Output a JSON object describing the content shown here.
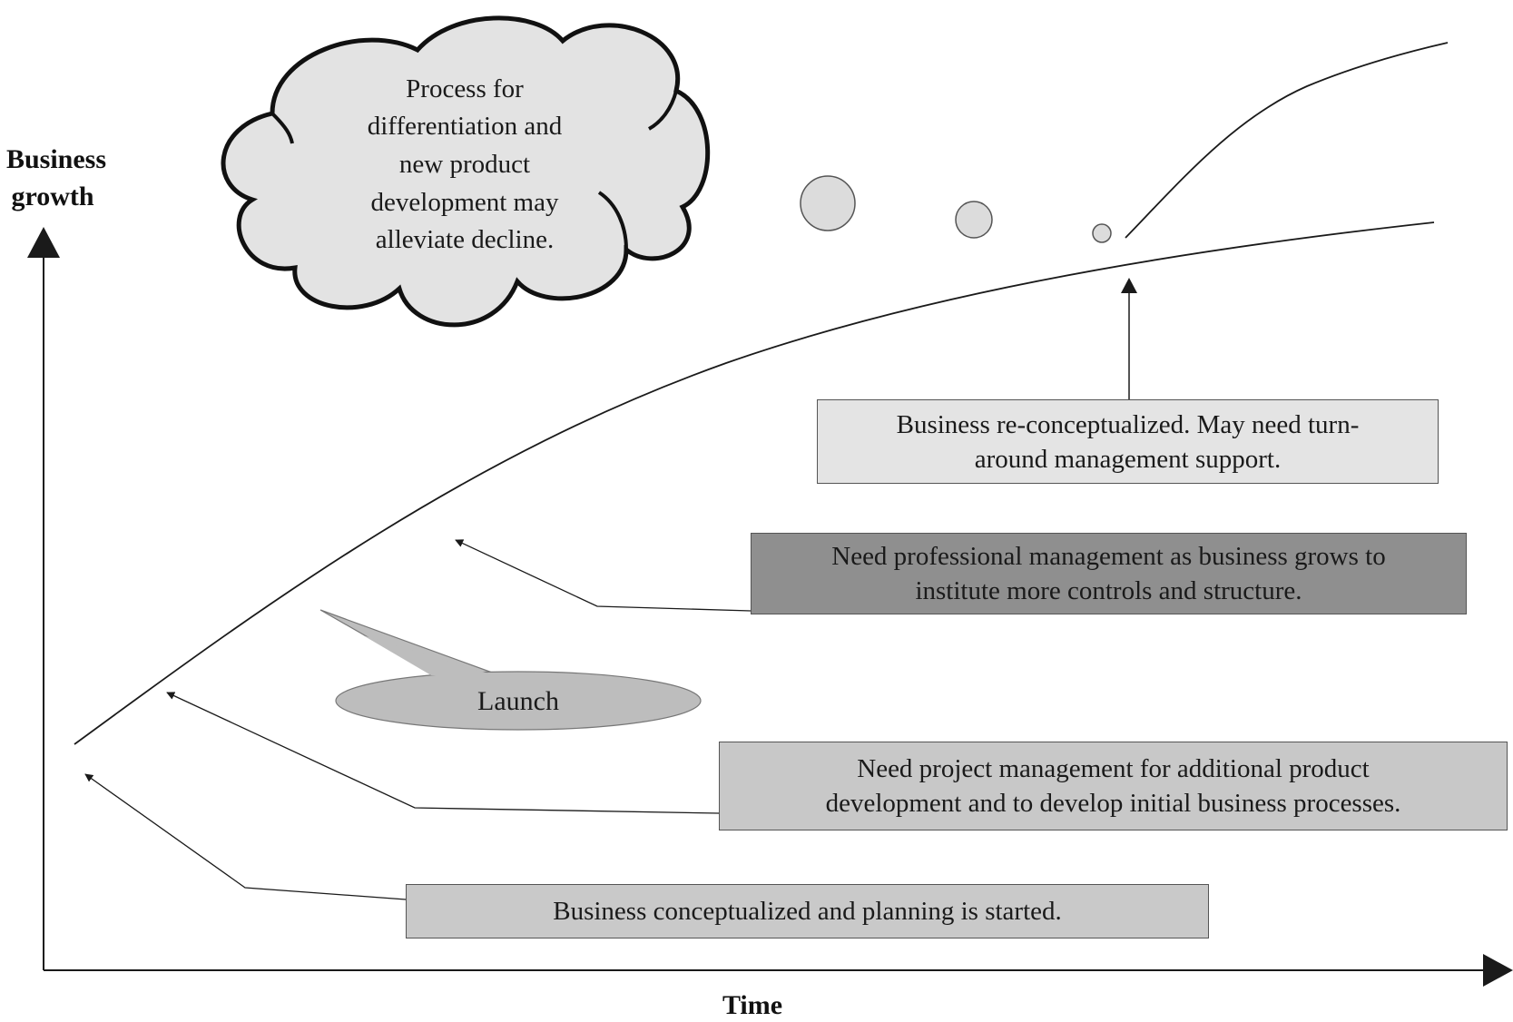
{
  "axes": {
    "y_label_line1": "Business",
    "y_label_line2": "growth",
    "x_label": "Time"
  },
  "cloud": {
    "lines": [
      "Process for",
      "differentiation and",
      "new product",
      "development may",
      "alleviate decline."
    ],
    "fill": "#e3e3e3"
  },
  "launch_bubble": {
    "label": "Launch",
    "fill": "#bdbdbd"
  },
  "boxes": {
    "conceptualized": {
      "line1": "Business  conceptualized and planning is started."
    },
    "project": {
      "line1": "Need project management for additional product",
      "line2": "development and to develop initial business processes."
    },
    "professional": {
      "line1": "Need professional management as business grows to",
      "line2": "institute more controls and structure."
    },
    "reconceptualized": {
      "line1": "Business re-conceptualized. May need turn-",
      "line2": "around management support."
    }
  },
  "colors": {
    "line": "#1a1a1a",
    "dark_box": "#8f8f8f",
    "light_box": "#e4e4e4",
    "mid_box": "#c9c9c9"
  }
}
